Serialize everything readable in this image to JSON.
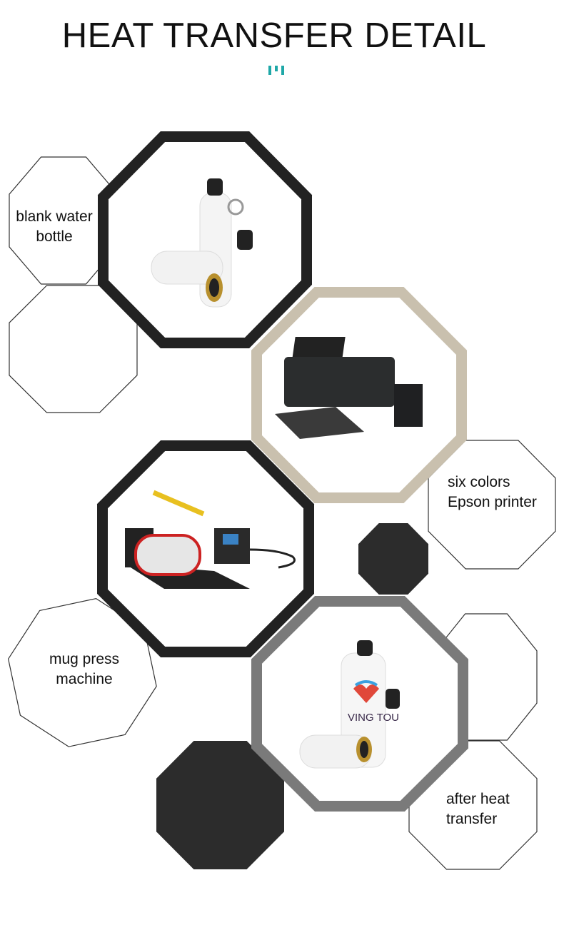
{
  "header": {
    "title": "HEAT TRANSFER DETAIL",
    "accent_color": "#1fa8a8"
  },
  "items": [
    {
      "label_line1": "blank water",
      "label_line2": "bottle",
      "frame_color": "#222222",
      "image": "blank-water-bottle"
    },
    {
      "label_line1": "six colors",
      "label_line2": "Epson printer",
      "frame_color": "#c9c0ae",
      "image": "epson-printer"
    },
    {
      "label_line1": "mug press",
      "label_line2": "machine",
      "frame_color": "#222222",
      "image": "mug-press-machine"
    },
    {
      "label_line1": "after heat",
      "label_line2": "transfer",
      "frame_color": "#7a7a7a",
      "image": "printed-water-bottle"
    }
  ],
  "printed_logo_text": "VING TOU"
}
